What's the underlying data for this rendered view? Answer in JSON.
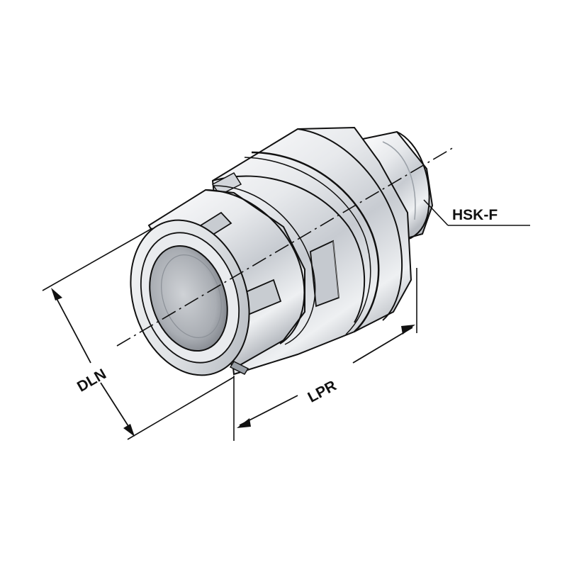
{
  "labels": {
    "hsk": "HSK-F",
    "dln": "DLN",
    "lpr": "LPR"
  },
  "colors": {
    "outline": "#111111",
    "metal_light": "#f4f5f7",
    "metal_mid": "#d6d9de",
    "metal_dark": "#8e939a",
    "bore": "#b9bcc2"
  }
}
